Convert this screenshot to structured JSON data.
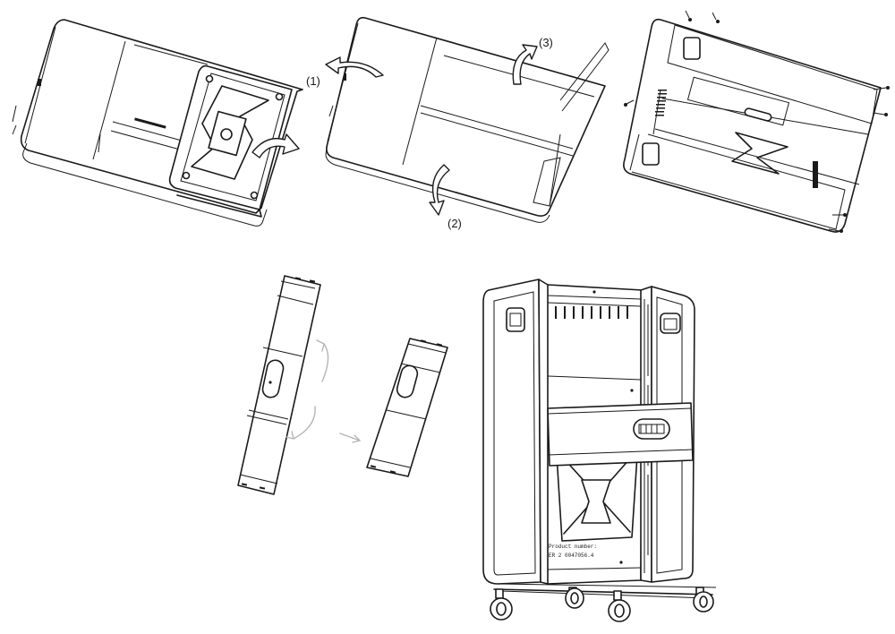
{
  "steps": {
    "step1": "(1)",
    "step2": "(2)",
    "step3": "(3)"
  },
  "rating_plate": {
    "line1": "Product number:",
    "line2": "ER 2 0047056.4"
  },
  "colors": {
    "line": "#1a1a1a",
    "guide_arrow": "#b5b5b5",
    "background": "#ffffff"
  }
}
